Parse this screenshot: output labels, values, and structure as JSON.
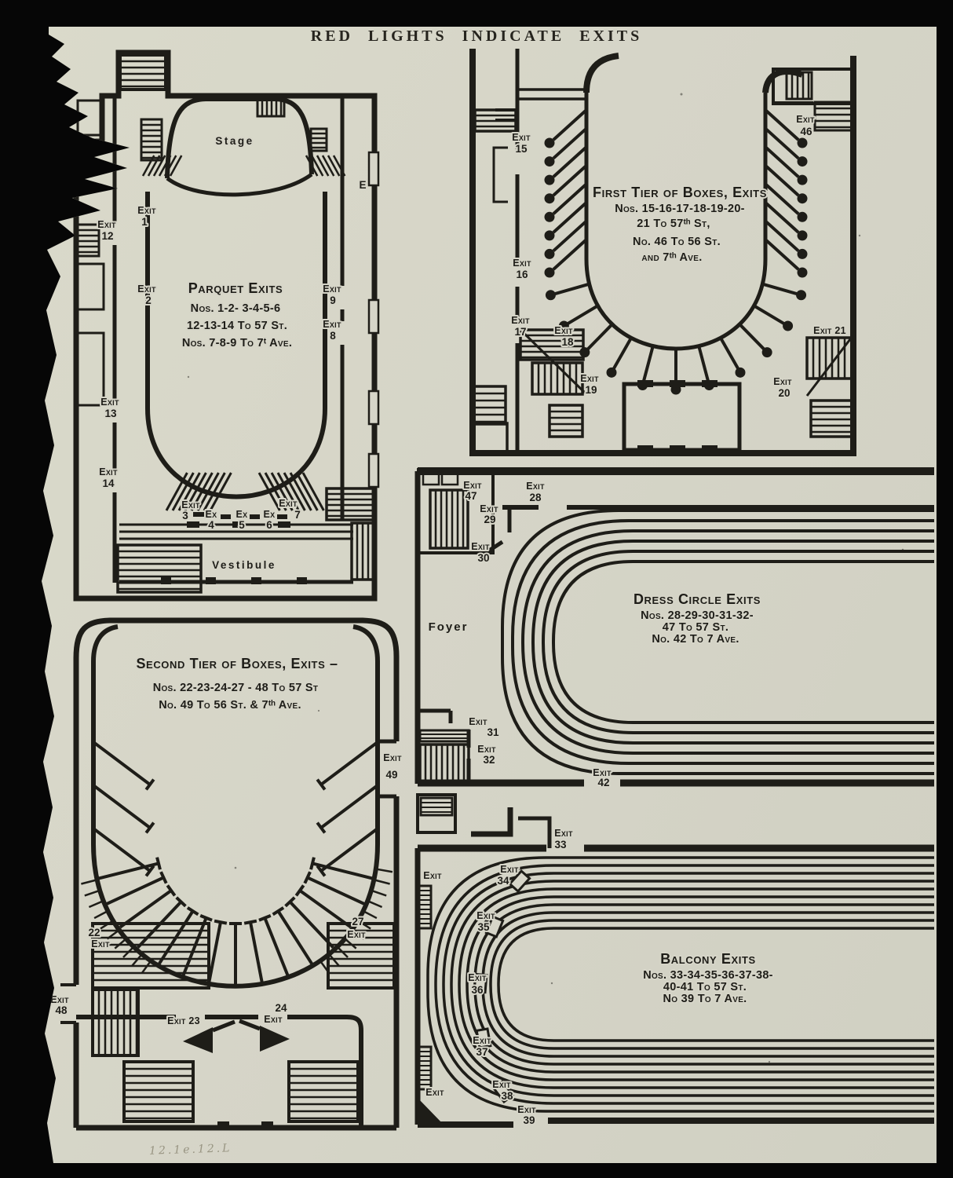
{
  "page": {
    "header": "RED LIGHTS INDICATE EXITS",
    "note": "12.1e.12.L"
  },
  "plans": {
    "parquet": {
      "stage": "Stage",
      "vestibule": "Vestibule",
      "e_mark": "E",
      "title": "Parquet Exits",
      "lines": [
        "Nos. 1-2- 3-4-5-6",
        "12-13-14 To 57 St.",
        "Nos. 7-8-9 To 7ᵗ Ave."
      ],
      "exits": {
        "e1": [
          "Exit",
          "1"
        ],
        "e2": [
          "Exit",
          "2"
        ],
        "e3": [
          "Exit",
          "3"
        ],
        "e4": [
          "Ex",
          "4"
        ],
        "e5": [
          "Ex",
          "5"
        ],
        "e6": [
          "Ex",
          "6"
        ],
        "e7": [
          "Exit",
          "7"
        ],
        "e8": [
          "Exit",
          "8"
        ],
        "e9": [
          "Exit",
          "9"
        ],
        "e12": [
          "Exit",
          "12"
        ],
        "e13": [
          "Exit",
          "13"
        ],
        "e14": [
          "Exit",
          "14"
        ]
      }
    },
    "first_tier": {
      "title": "First Tier of Boxes, Exits",
      "lines": [
        "Nos. 15-16-17-18-19-20-",
        "21 To 57ᵗʰ St,",
        "No.  46 To 56 St.",
        "and 7ᵗʰ Ave."
      ],
      "exits": {
        "e15": [
          "Exit",
          "15"
        ],
        "e16": [
          "Exit",
          "16"
        ],
        "e17": [
          "Exit",
          "17"
        ],
        "e18": [
          "Exit",
          "18"
        ],
        "e19": [
          "Exit",
          "19"
        ],
        "e20": [
          "Exit",
          "20"
        ],
        "e21": [
          "Exit 21"
        ],
        "e46": [
          "Exit",
          "46"
        ]
      }
    },
    "second_tier": {
      "title": "Second Tier of Boxes, Exits –",
      "lines": [
        "Nos. 22-23-24-27 - 48 To 57 St",
        "No.  49 To 56 St. & 7ᵗʰ Ave."
      ],
      "exits": {
        "e22": [
          "22",
          "Exit"
        ],
        "e23": [
          "Exit 23"
        ],
        "e24": [
          "24",
          "Exit"
        ],
        "e27": [
          "27",
          "Exit"
        ],
        "e48": [
          "Exit",
          "48"
        ],
        "e49": [
          "Exit",
          "49"
        ]
      }
    },
    "dress_circle": {
      "title": "Dress Circle Exits",
      "foyer": "Foyer",
      "lines": [
        "Nos. 28-29-30-31-32-",
        "47 To 57 St.",
        "No. 42 To 7 Ave."
      ],
      "exits": {
        "e28": [
          "Exit",
          "28"
        ],
        "e29": [
          "Exit",
          "29"
        ],
        "e30": [
          "Exit",
          "30"
        ],
        "e31": [
          "Exit",
          "31"
        ],
        "e32": [
          "Exit",
          "32"
        ],
        "e42": [
          "Exit",
          "42"
        ],
        "e47": [
          "Exit",
          "47"
        ]
      }
    },
    "balcony": {
      "title": "Balcony Exits",
      "lines": [
        "Nos. 33-34-35-36-37-38-",
        "40-41 To 57 St.",
        "No 39 To 7 Ave."
      ],
      "exits": {
        "e33": [
          "Exit",
          "33"
        ],
        "e34": [
          "Exit",
          "34"
        ],
        "e35": [
          "Exit",
          "35"
        ],
        "e36": [
          "Exit",
          "36"
        ],
        "e37": [
          "Exit",
          "37"
        ],
        "e38": [
          "Exit",
          "38"
        ],
        "e39": [
          "Exit",
          "39"
        ],
        "w1": [
          "Exit"
        ],
        "w2": [
          "Exit"
        ]
      }
    }
  }
}
